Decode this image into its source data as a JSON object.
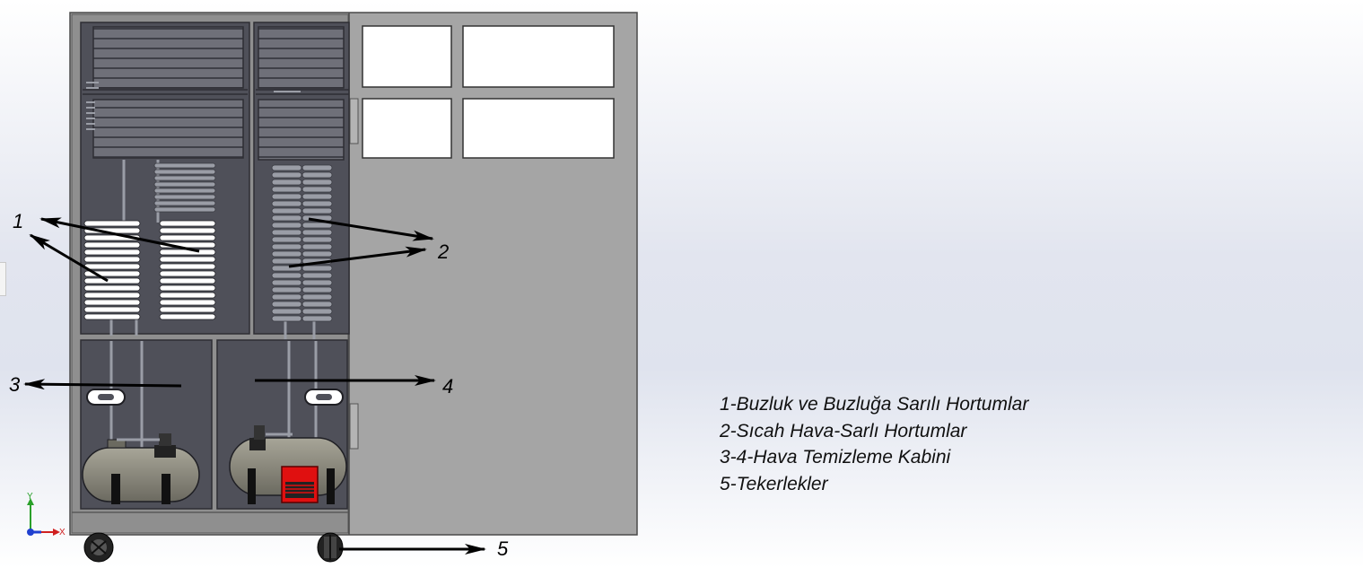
{
  "callouts": {
    "c1": "1",
    "c2": "2",
    "c3": "3",
    "c4": "4",
    "c5": "5"
  },
  "legend": {
    "items": [
      "1-Buzluk ve Buzluğa Sarılı Hortumlar",
      "2-Sıcah Hava-Sarlı Hortumlar",
      "3-4-Hava Temizleme Kabini",
      "5-Tekerlekler"
    ]
  },
  "triad": {
    "y_label": "Y",
    "x_label": "X"
  },
  "colors": {
    "cabinet": "#a5a5a5",
    "interior": "#4f5059",
    "coil": "#8e919b",
    "ice_coil": "#ffffff",
    "compressor_tank": "#8e8c80",
    "red_unit": "#e01010"
  }
}
